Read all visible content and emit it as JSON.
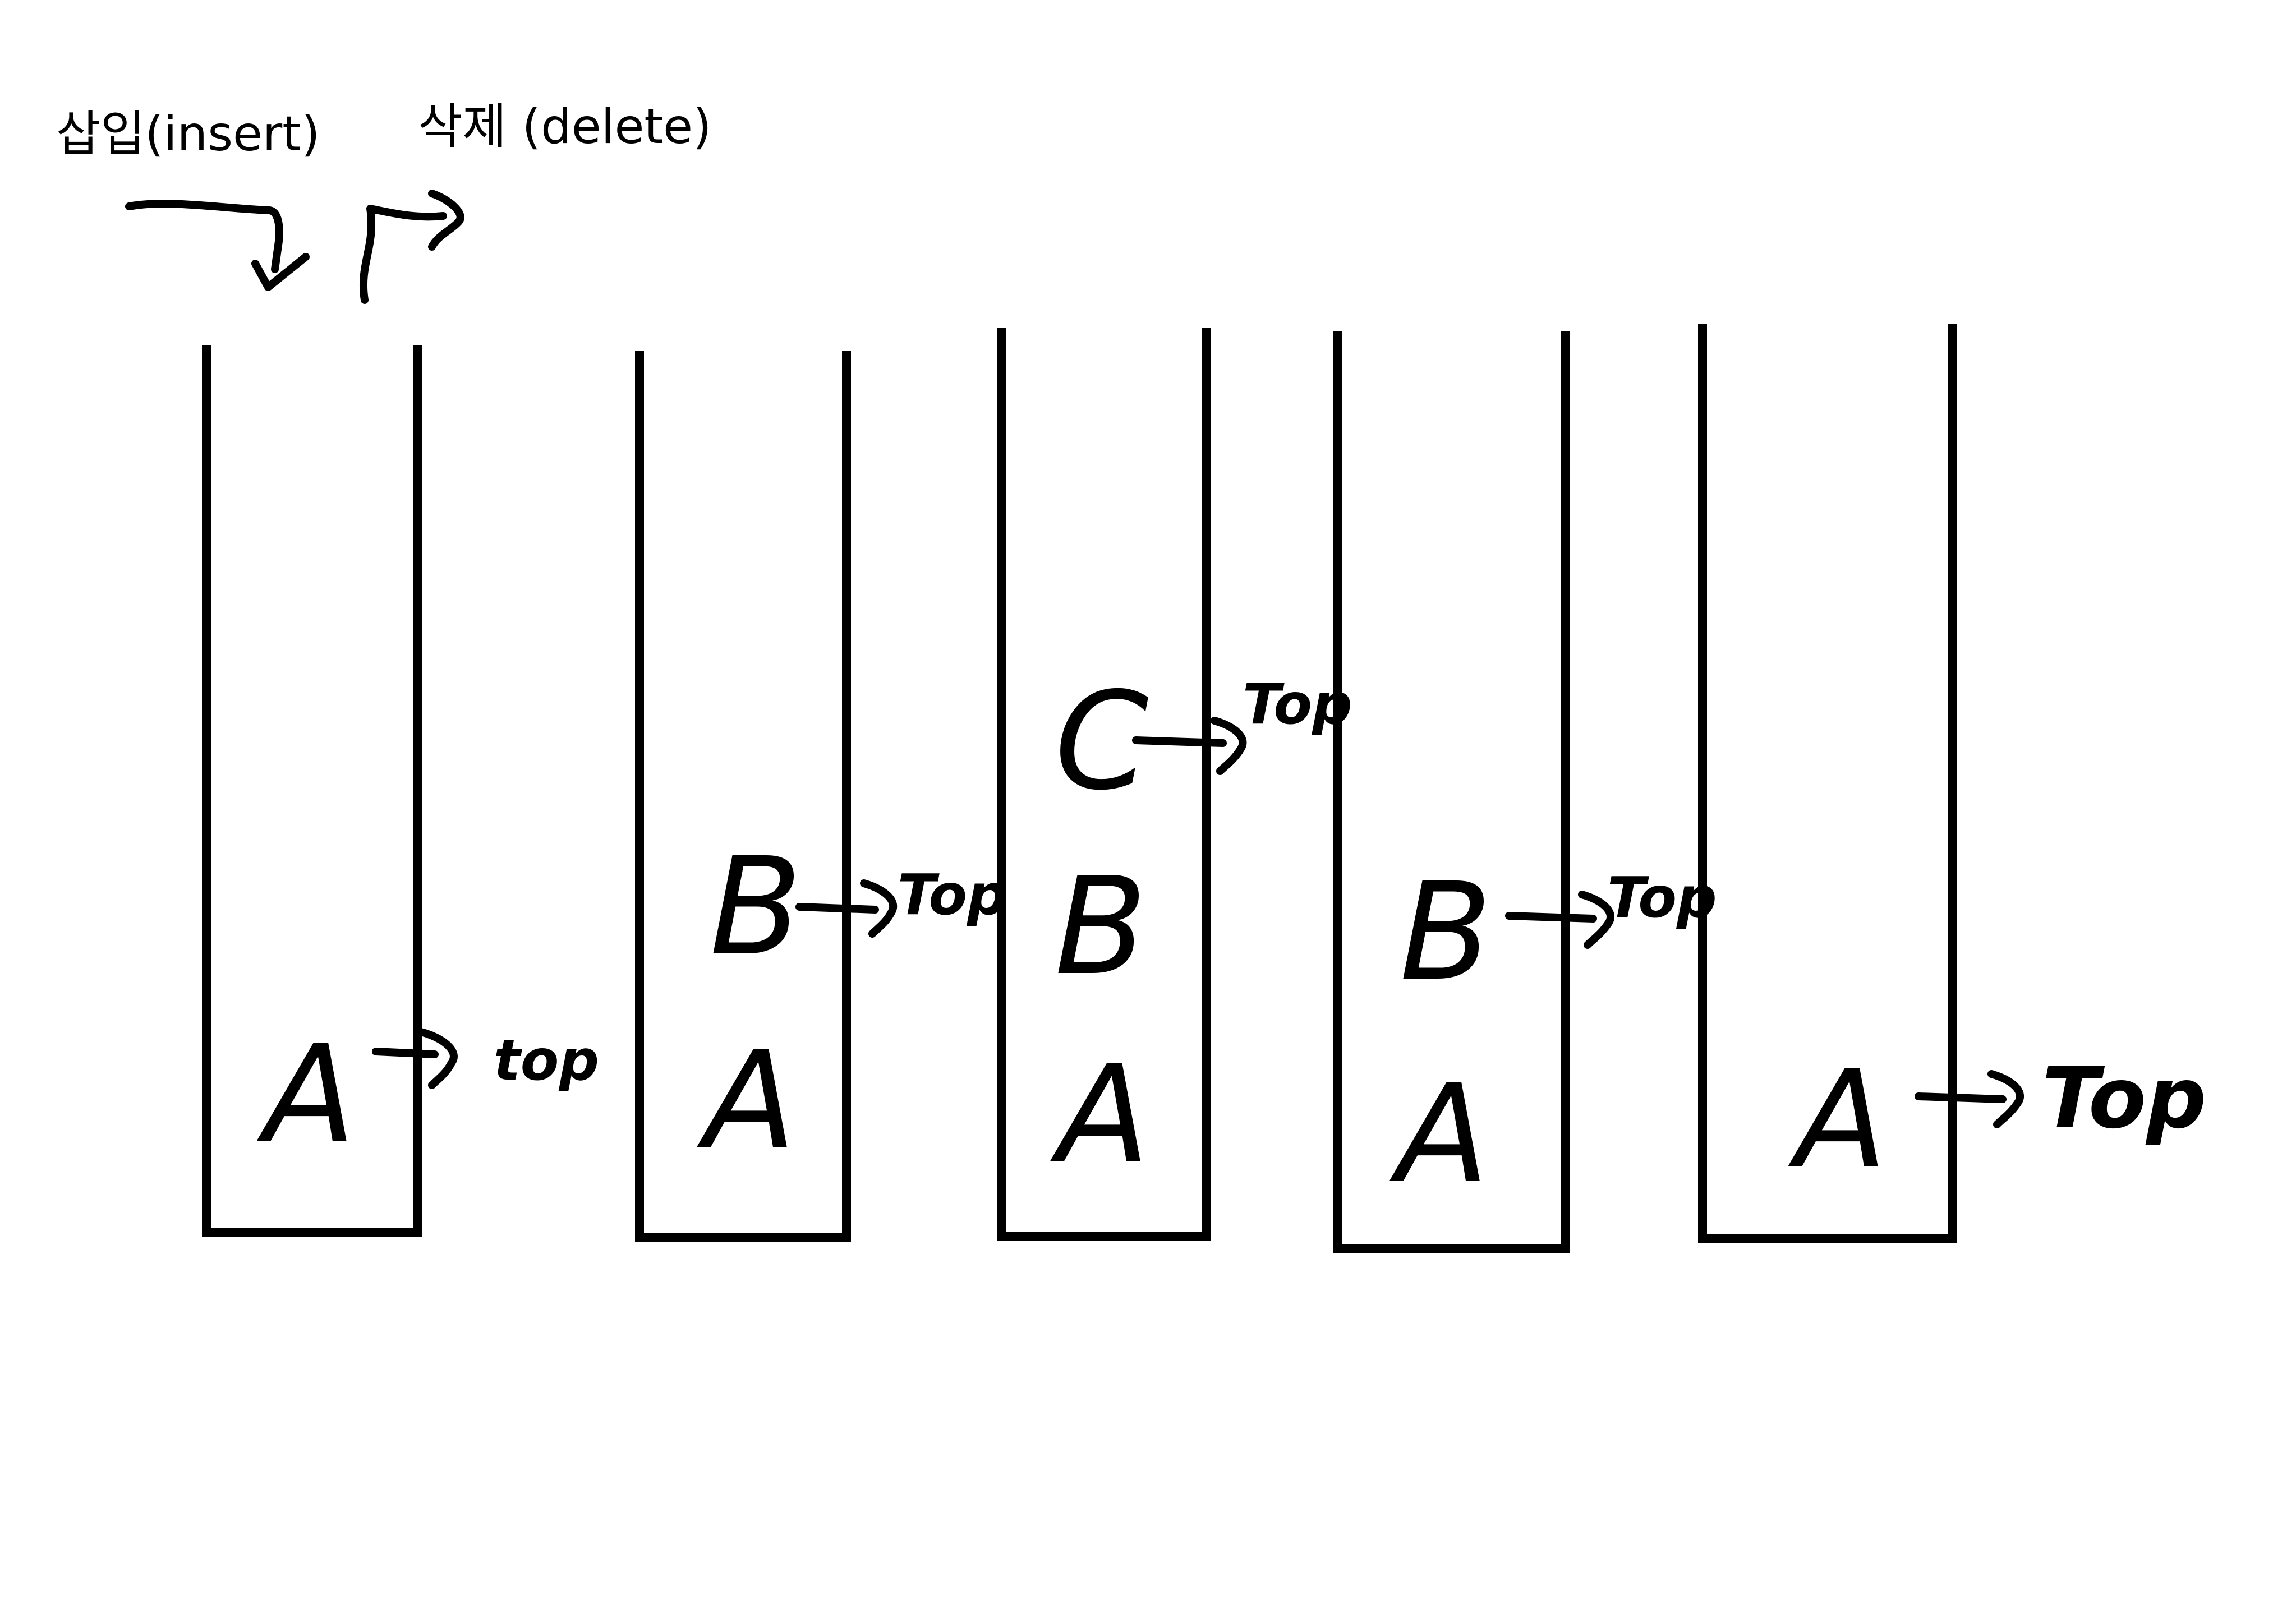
{
  "labels": {
    "insert": "삽입(insert)",
    "delete": "삭제 (delete)"
  },
  "stacks": [
    {
      "items": [
        "A"
      ],
      "top_label": "top"
    },
    {
      "items": [
        "A",
        "B"
      ],
      "top_label": "Top"
    },
    {
      "items": [
        "A",
        "B",
        "C"
      ],
      "top_label": "Top"
    },
    {
      "items": [
        "A",
        "B"
      ],
      "top_label": "Top"
    },
    {
      "items": [
        "A"
      ],
      "top_label": "Top"
    }
  ],
  "colors": {
    "ink": "#000000",
    "background": "#ffffff"
  }
}
